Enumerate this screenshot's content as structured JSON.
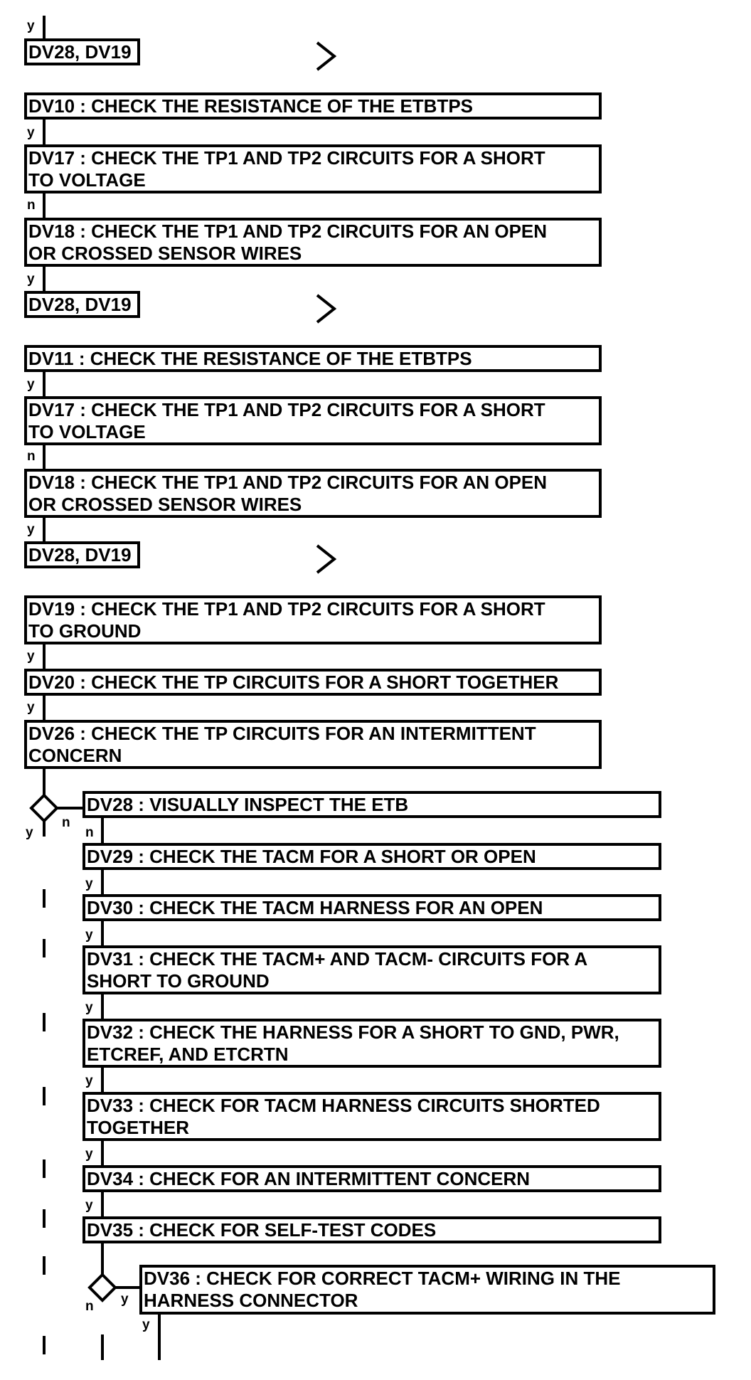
{
  "diagram": {
    "colors": {
      "line": "#000000",
      "box_fill": "#ffffff",
      "text": "#000000"
    },
    "refs": [
      {
        "id": "ref1",
        "text": "DV28, DV19",
        "branch": "y"
      },
      {
        "id": "ref2",
        "text": "DV28, DV19",
        "branch": "y"
      },
      {
        "id": "ref3",
        "text": "DV28, DV19",
        "branch": "y"
      }
    ],
    "steps": [
      {
        "id": "dv10",
        "lines": [
          "DV10 : CHECK THE RESISTANCE OF THE ETBTPS"
        ]
      },
      {
        "id": "dv17a",
        "lines": [
          "DV17 : CHECK THE TP1 AND TP2 CIRCUITS FOR A SHORT",
          "TO VOLTAGE"
        ],
        "branch": "y"
      },
      {
        "id": "dv18a",
        "lines": [
          "DV18 : CHECK THE TP1 AND TP2 CIRCUITS FOR AN OPEN",
          "OR CROSSED SENSOR WIRES"
        ],
        "branch": "n"
      },
      {
        "id": "dv11",
        "lines": [
          "DV11 : CHECK THE RESISTANCE OF THE ETBTPS"
        ]
      },
      {
        "id": "dv17b",
        "lines": [
          "DV17 : CHECK THE TP1 AND TP2 CIRCUITS FOR A SHORT",
          "TO VOLTAGE"
        ],
        "branch": "y"
      },
      {
        "id": "dv18b",
        "lines": [
          "DV18 : CHECK THE TP1 AND TP2 CIRCUITS FOR AN OPEN",
          "OR CROSSED SENSOR WIRES"
        ],
        "branch": "n"
      },
      {
        "id": "dv19",
        "lines": [
          "DV19 : CHECK THE TP1 AND TP2 CIRCUITS FOR A SHORT",
          "TO GROUND"
        ]
      },
      {
        "id": "dv20",
        "lines": [
          "DV20 : CHECK THE TP CIRCUITS FOR A SHORT TOGETHER"
        ],
        "branch": "y"
      },
      {
        "id": "dv26",
        "lines": [
          "DV26 : CHECK THE TP CIRCUITS FOR AN INTERMITTENT",
          "CONCERN"
        ],
        "branch": "y"
      },
      {
        "id": "dv28",
        "lines": [
          "DV28 : VISUALLY INSPECT THE ETB"
        ]
      },
      {
        "id": "dv29",
        "lines": [
          "DV29 : CHECK THE TACM FOR A SHORT OR OPEN"
        ],
        "branch": "n"
      },
      {
        "id": "dv30",
        "lines": [
          "DV30 : CHECK THE TACM HARNESS FOR AN OPEN"
        ],
        "branch": "y"
      },
      {
        "id": "dv31",
        "lines": [
          "DV31 : CHECK THE TACM+ AND TACM- CIRCUITS FOR A",
          "SHORT TO GROUND"
        ],
        "branch": "y"
      },
      {
        "id": "dv32",
        "lines": [
          "DV32 : CHECK THE  HARNESS FOR A SHORT TO GND, PWR,",
          "ETCREF, AND ETCRTN"
        ],
        "branch": "y"
      },
      {
        "id": "dv33",
        "lines": [
          "DV33 : CHECK FOR TACM HARNESS CIRCUITS SHORTED",
          "TOGETHER"
        ],
        "branch": "y"
      },
      {
        "id": "dv34",
        "lines": [
          "DV34 : CHECK FOR AN INTERMITTENT CONCERN"
        ],
        "branch": "y"
      },
      {
        "id": "dv35",
        "lines": [
          "DV35 : CHECK FOR SELF-TEST CODES"
        ],
        "branch": "y"
      },
      {
        "id": "dv36",
        "lines": [
          "DV36 : CHECK FOR CORRECT TACM+ WIRING IN THE",
          "HARNESS CONNECTOR"
        ]
      }
    ],
    "decisions": [
      {
        "id": "d1",
        "left_label": "y",
        "right_label": "n"
      },
      {
        "id": "d2",
        "left_label": "n",
        "right_label": "y"
      }
    ],
    "bottom_label": "y"
  }
}
